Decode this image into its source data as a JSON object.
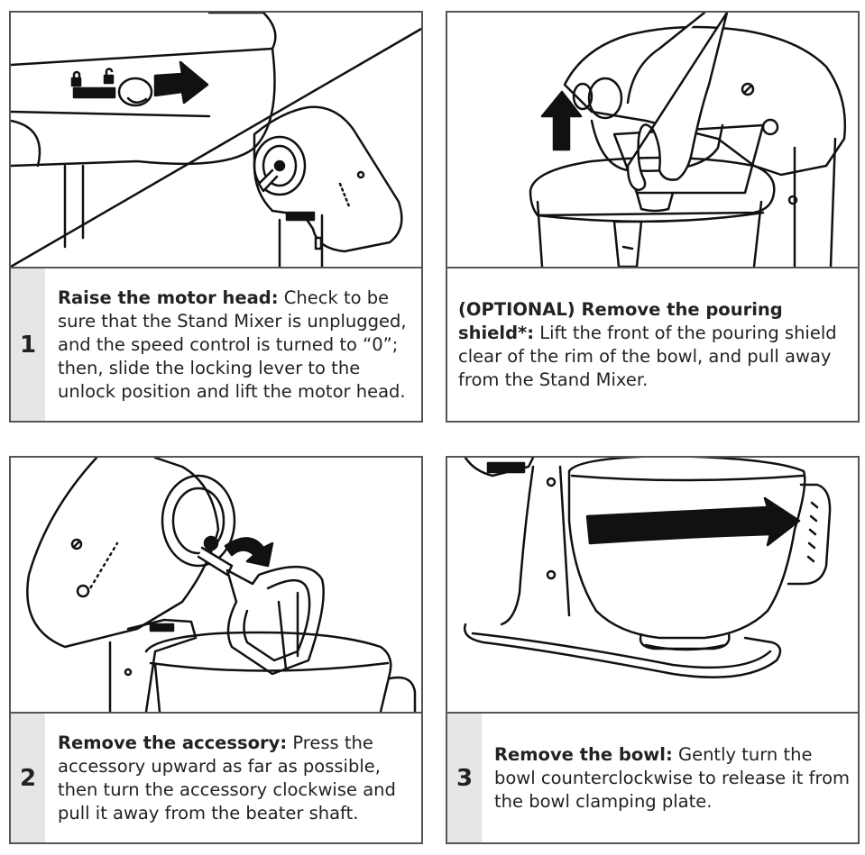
{
  "steps": [
    {
      "number": "1",
      "heading": "Raise the motor head:",
      "body": " Check to be sure that the Stand Mixer is unplugged, and the speed control is turned to “0”; then, slide the locking lever to the unlock position and lift the motor head."
    },
    {
      "number": "",
      "heading": "(OPTIONAL) Remove the pouring shield*:",
      "body": " Lift the front of the pouring shield clear of the rim of the bowl, and pull away from the Stand Mixer."
    },
    {
      "number": "2",
      "heading": "Remove the accessory:",
      "body": " Press the accessory upward as far as possible, then turn the accessory clockwise and pull it away from the beater shaft."
    },
    {
      "number": "3",
      "heading": "Remove the bowl:",
      "body": " Gently turn the bowl counterclockwise to release it from the bowl clamping plate."
    }
  ]
}
